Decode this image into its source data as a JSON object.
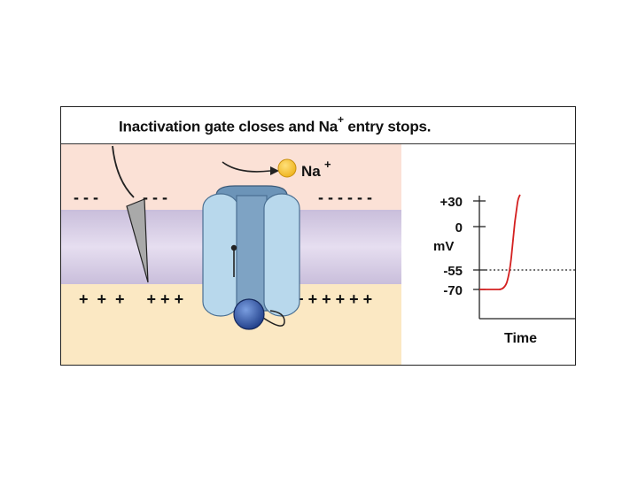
{
  "title": {
    "text_before": "Inactivation gate closes and Na",
    "superscript": "+",
    "text_after": " entry stops."
  },
  "membrane": {
    "outside_charges": "- - -          - - -                                  - - - - - -",
    "inside_charges": "+  +  +     + + +                         + + + + + +"
  },
  "ion": {
    "label": "Na",
    "charge": "+",
    "color": "#f5c02a"
  },
  "graph": {
    "y_ticks": [
      "+30",
      "0",
      "-55",
      "-70"
    ],
    "y_unit": "mV",
    "x_label": "Time",
    "trace_color": "#d42020"
  },
  "colors": {
    "extracellular": "#fbe1d6",
    "membrane": "#ddd3e8",
    "intracellular": "#fbe8c3",
    "channel_light": "#b8d8ec",
    "channel_dark": "#6c94b8",
    "gate_ball": "#2f55a8"
  }
}
